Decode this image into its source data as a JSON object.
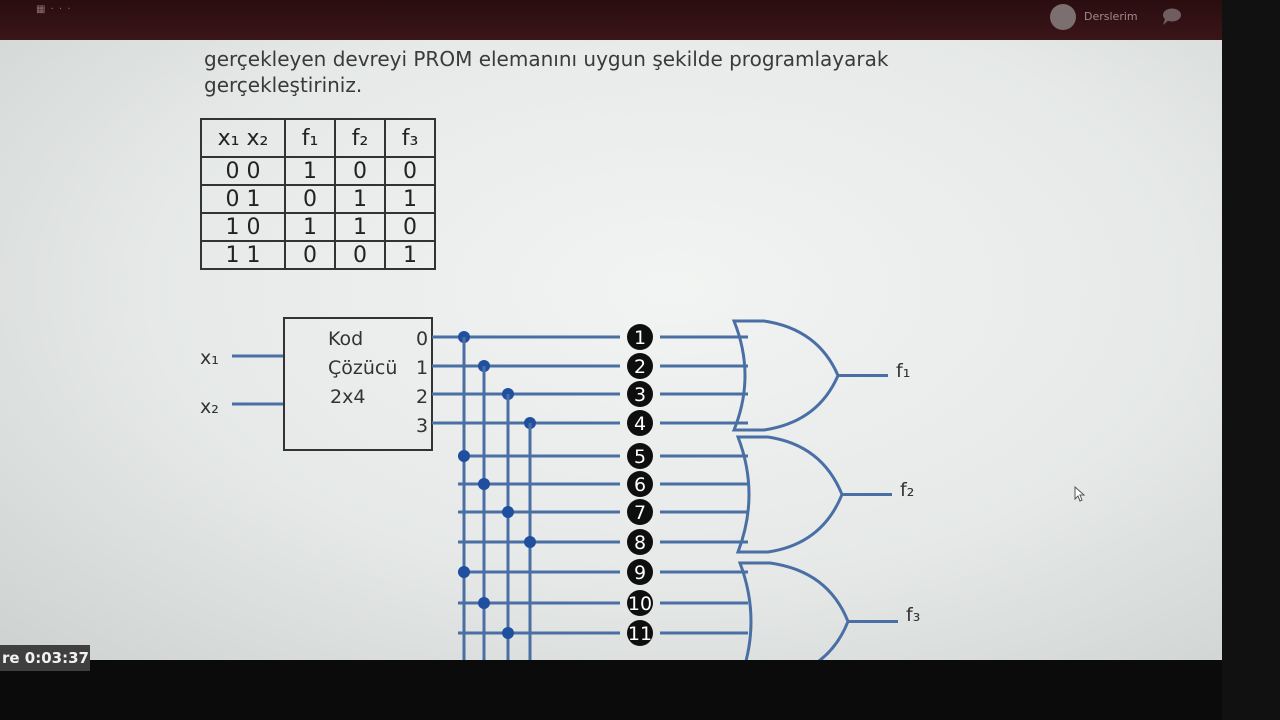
{
  "app": {
    "logo_text": "▦  ·  ·  ·",
    "user_label": "Derslerim"
  },
  "question": {
    "text": "gerçekleyen devreyi PROM elemanını uygun şekilde programlayarak\ngerçekleştiriniz."
  },
  "truth_table": {
    "headers": [
      "x₁ x₂",
      "f₁",
      "f₂",
      "f₃"
    ],
    "rows": [
      [
        "0  0",
        "1",
        "0",
        "0"
      ],
      [
        "0  1",
        "0",
        "1",
        "1"
      ],
      [
        "1  0",
        "1",
        "1",
        "0"
      ],
      [
        "1  1",
        "0",
        "0",
        "1"
      ]
    ]
  },
  "circuit": {
    "inputs": [
      "x₁",
      "x₂"
    ],
    "decoder_lines": [
      "Kod",
      "Çözücü",
      "2x4"
    ],
    "decoder_outputs": [
      "0",
      "1",
      "2",
      "3"
    ],
    "fuse_numbers": [
      "1",
      "2",
      "3",
      "4",
      "5",
      "6",
      "7",
      "8",
      "9",
      "10",
      "11"
    ],
    "outputs": [
      "f₁",
      "f₂",
      "f₃"
    ],
    "wire_color": "#4a6fa5",
    "dot_color": "#1f4f9e"
  },
  "recording": {
    "elapsed": "re 0:03:37"
  }
}
